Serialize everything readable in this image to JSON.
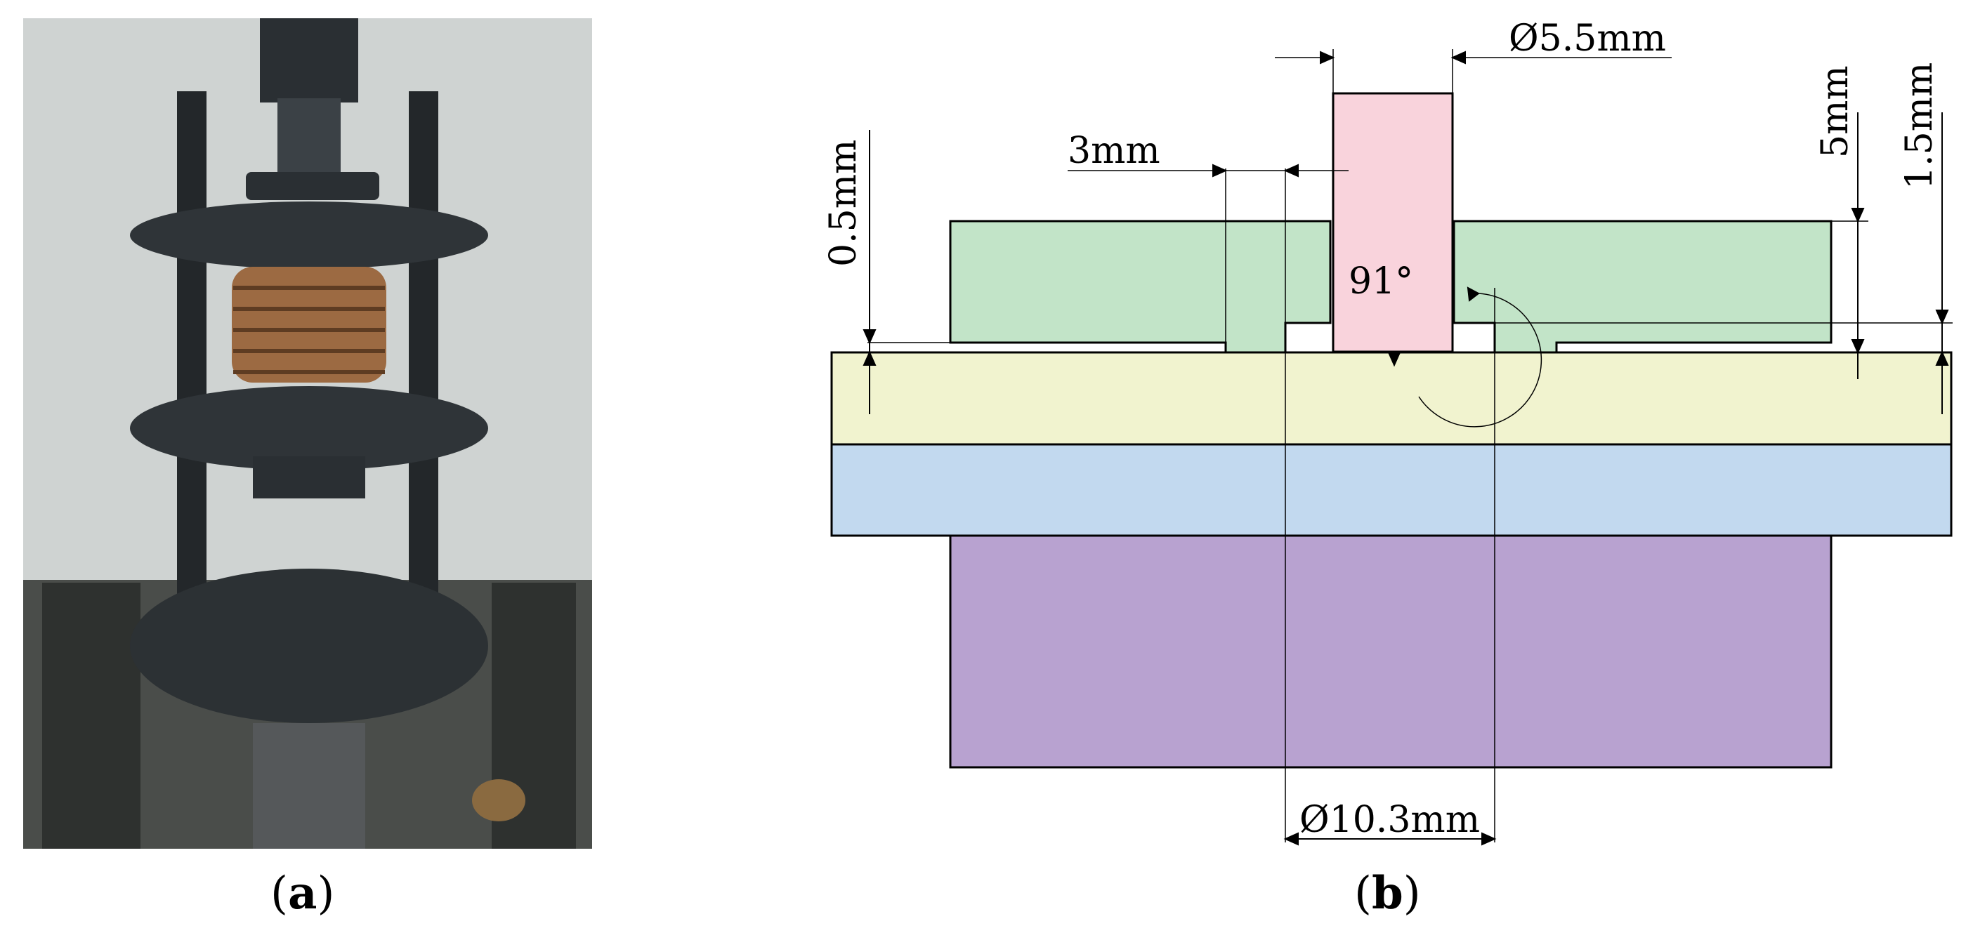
{
  "panels": [
    {
      "id": "a",
      "label": "a"
    },
    {
      "id": "b",
      "label": "b"
    }
  ],
  "diagram": {
    "dimensions": {
      "punch_diameter": "Ø5.5mm",
      "offset": "3mm",
      "clearance_depth": "0.5mm",
      "plate_thickness": "5mm",
      "step_height": "1.5mm",
      "angle": "91°",
      "die_diameter": "Ø10.3mm"
    },
    "colors": {
      "punch": "#f9d3dc",
      "holder": "#c2e4c8",
      "sheet": "#f1f3cf",
      "backing": "#c2d9ef",
      "base": "#b8a2d0",
      "outline": "#000000"
    }
  },
  "photo": {
    "background": "#d9dcda",
    "metal_dark": "#2a2f33",
    "copper": "#9c6a42",
    "bench": "#4a4d4a"
  }
}
